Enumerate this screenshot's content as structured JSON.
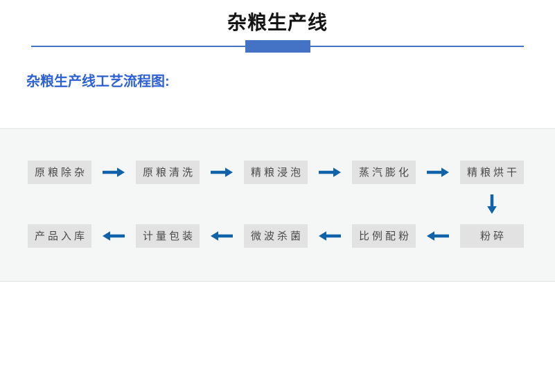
{
  "page": {
    "title": "杂粮生产线"
  },
  "section": {
    "heading": "杂粮生产线工艺流程图:"
  },
  "flow": {
    "row1": [
      "原粮除杂",
      "原粮清洗",
      "精粮浸泡",
      "蒸汽膨化",
      "精粮烘干"
    ],
    "row2": [
      "产品入库",
      "计量包装",
      "微波杀菌",
      "比例配粉",
      "粉碎"
    ],
    "icons": {
      "forward": "arrow-right-icon",
      "backward": "arrow-left-icon",
      "turn": "arrow-down-icon"
    }
  },
  "colors": {
    "divider_blue": "#4472C4",
    "heading_blue": "#2E61D3",
    "arrow_blue": "#1063A9",
    "box_bg": "#E2E2E2",
    "box_text": "#4A4A4A",
    "panel_bg": "#F5F6F6"
  }
}
